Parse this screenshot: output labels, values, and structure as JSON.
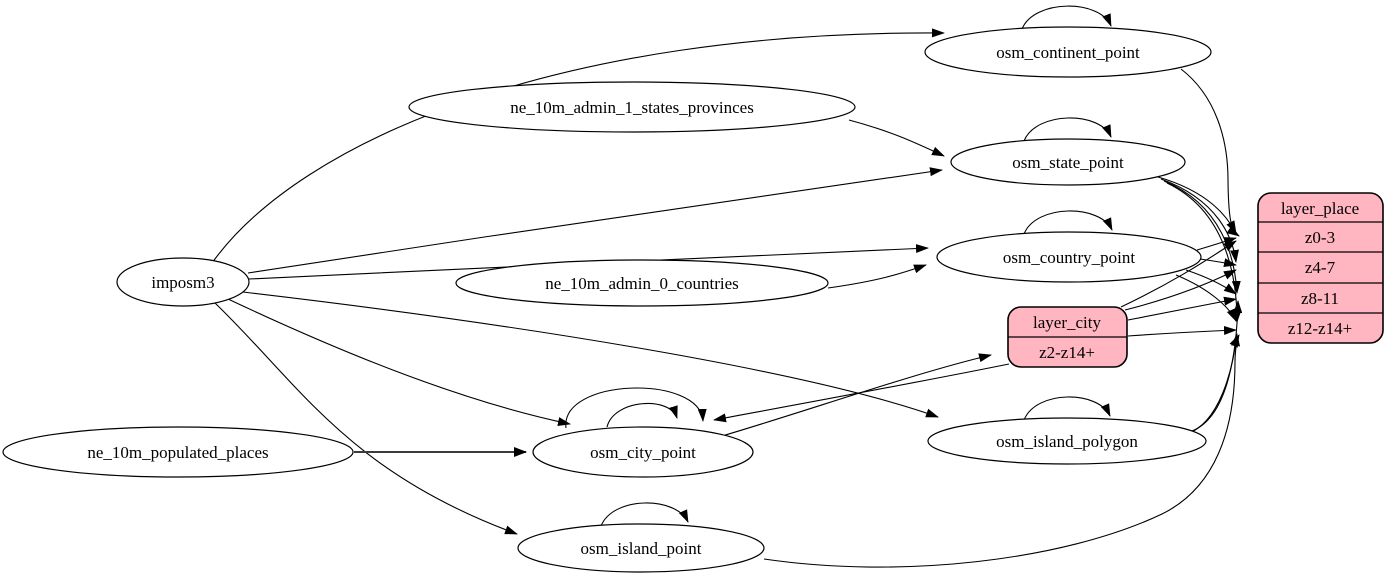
{
  "diagram": {
    "type": "etl-dependency-graph",
    "colors": {
      "background": "#ffffff",
      "table_node_fill": "#ffffff",
      "layer_node_fill": "#ffb6c1",
      "stroke": "#000000"
    },
    "nodes": {
      "imposm3": {
        "label": "imposm3",
        "shape": "ellipse"
      },
      "ne_10m_admin_1_states_provinces": {
        "label": "ne_10m_admin_1_states_provinces",
        "shape": "ellipse"
      },
      "ne_10m_admin_0_countries": {
        "label": "ne_10m_admin_0_countries",
        "shape": "ellipse"
      },
      "ne_10m_populated_places": {
        "label": "ne_10m_populated_places",
        "shape": "ellipse"
      },
      "osm_continent_point": {
        "label": "osm_continent_point",
        "shape": "ellipse"
      },
      "osm_state_point": {
        "label": "osm_state_point",
        "shape": "ellipse"
      },
      "osm_country_point": {
        "label": "osm_country_point",
        "shape": "ellipse"
      },
      "osm_city_point": {
        "label": "osm_city_point",
        "shape": "ellipse"
      },
      "osm_island_polygon": {
        "label": "osm_island_polygon",
        "shape": "ellipse"
      },
      "osm_island_point": {
        "label": "osm_island_point",
        "shape": "ellipse"
      },
      "layer_city": {
        "title": "layer_city",
        "rows": [
          "z2-z14+"
        ],
        "shape": "record"
      },
      "layer_place": {
        "title": "layer_place",
        "rows": [
          "z0-3",
          "z4-7",
          "z8-11",
          "z12-z14+"
        ],
        "shape": "record"
      }
    },
    "edges": [
      {
        "from": "imposm3",
        "to": "osm_continent_point"
      },
      {
        "from": "imposm3",
        "to": "osm_state_point"
      },
      {
        "from": "imposm3",
        "to": "osm_country_point"
      },
      {
        "from": "imposm3",
        "to": "osm_city_point"
      },
      {
        "from": "imposm3",
        "to": "osm_island_polygon"
      },
      {
        "from": "imposm3",
        "to": "osm_island_point"
      },
      {
        "from": "ne_10m_admin_1_states_provinces",
        "to": "osm_state_point"
      },
      {
        "from": "ne_10m_admin_0_countries",
        "to": "osm_country_point"
      },
      {
        "from": "ne_10m_populated_places",
        "to": "osm_city_point"
      },
      {
        "from": "osm_continent_point",
        "to": "osm_continent_point"
      },
      {
        "from": "osm_state_point",
        "to": "osm_state_point"
      },
      {
        "from": "osm_country_point",
        "to": "osm_country_point"
      },
      {
        "from": "osm_city_point",
        "to": "osm_city_point"
      },
      {
        "from": "osm_city_point",
        "to": "osm_city_point"
      },
      {
        "from": "osm_island_polygon",
        "to": "osm_island_polygon"
      },
      {
        "from": "osm_island_point",
        "to": "osm_island_point"
      },
      {
        "from": "osm_continent_point",
        "to": "layer_place:z0-3"
      },
      {
        "from": "osm_state_point",
        "to": "layer_place:z0-3"
      },
      {
        "from": "osm_state_point",
        "to": "layer_place:z4-7"
      },
      {
        "from": "osm_state_point",
        "to": "layer_place:z8-11"
      },
      {
        "from": "osm_state_point",
        "to": "layer_place:z12-z14+"
      },
      {
        "from": "osm_country_point",
        "to": "layer_place:z0-3"
      },
      {
        "from": "osm_country_point",
        "to": "layer_place:z4-7"
      },
      {
        "from": "osm_country_point",
        "to": "layer_place:z8-11"
      },
      {
        "from": "osm_country_point",
        "to": "layer_place:z12-z14+"
      },
      {
        "from": "osm_city_point",
        "to": "layer_city:z2-z14+"
      },
      {
        "from": "layer_city",
        "to": "osm_city_point"
      },
      {
        "from": "layer_city",
        "to": "layer_place:z0-3"
      },
      {
        "from": "layer_city",
        "to": "layer_place:z4-7"
      },
      {
        "from": "layer_city",
        "to": "layer_place:z8-11"
      },
      {
        "from": "layer_city",
        "to": "layer_place:z12-z14+"
      },
      {
        "from": "osm_island_polygon",
        "to": "layer_place:z8-11"
      },
      {
        "from": "osm_island_polygon",
        "to": "layer_place:z12-z14+"
      },
      {
        "from": "osm_island_point",
        "to": "layer_place:z12-z14+"
      }
    ]
  }
}
